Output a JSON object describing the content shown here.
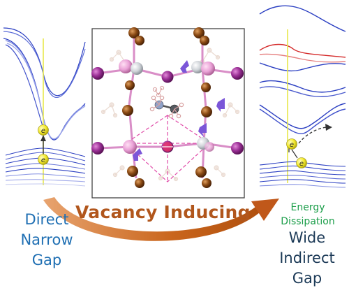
{
  "labels": {
    "left_line1": "Direct",
    "left_line2": "Narrow",
    "left_line3": "Gap",
    "center": "Vacancy Inducing",
    "energy_line1": "Energy",
    "energy_line2": "Dissipation",
    "right_line1": "Wide",
    "right_line2": "Indirect",
    "right_line3": "Gap",
    "electron_symbol": "e"
  },
  "colors": {
    "band_blue": "#2b3fc2",
    "band_red": "#d42a2a",
    "gap_line": "#e7e84a",
    "electron": "#f3ea2e",
    "arrow_orange": "#c9651c",
    "text_blue": "#1f6fb3",
    "text_green": "#1c9e4a",
    "atom_brown": "#8a4a14",
    "atom_purple": "#9a2f95",
    "atom_grey": "#cfd3d8",
    "bond_pink": "#d98ec7",
    "arrow_purple": "#7b56d8"
  }
}
